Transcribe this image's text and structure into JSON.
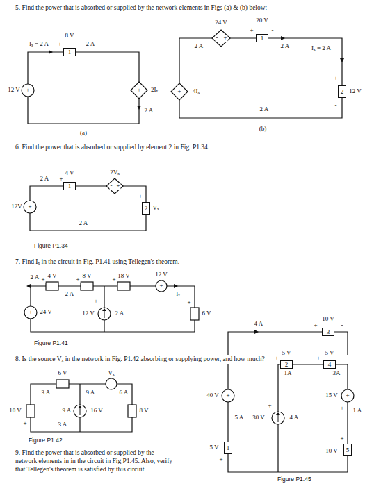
{
  "diagram": {
    "nodes": [
      {
        "text": [
          "1"
        ]
      },
      {
        "text": [
          "1"
        ]
      },
      {
        "text": [
          "2"
        ]
      },
      {
        "text": [
          "1"
        ]
      },
      {
        "text": [
          "2"
        ]
      },
      {
        "text": [
          "3"
        ]
      },
      {
        "text": [
          "2"
        ]
      },
      {
        "text": [
          "4"
        ]
      },
      {
        "text": [
          "1"
        ]
      },
      {
        "text": [
          "5"
        ]
      }
    ],
    "labels": [
      "5. Find the power that is absorbed or supplied by the network elements in Figs (a) & (b) below:",
      "8 V",
      "Iₓ = 2 A",
      "+",
      "-",
      "2 A",
      "12 V",
      "+",
      "+",
      "2Iₓ",
      "2 A",
      "(a)",
      "24 V",
      "-",
      "+",
      "20 V",
      "+",
      "-",
      "2 A",
      "2 A",
      "Iₓ = 2 A",
      "+",
      "12 V",
      "-",
      "+",
      "4Iₓ",
      "2 A",
      "(b)",
      "6. Find the power that is absorbed or supplied by element 2 in Fig. P1.34.",
      "2 A",
      "4 V",
      "+",
      "2Vₓ",
      "-",
      "+",
      "12V",
      "+",
      "+",
      "Vₓ",
      "2 A",
      "Figure P1.34",
      "7. Find Iₓ in the circuit in Fig. P1.41 using Tellegen's theorem.",
      "4 V",
      "8 V",
      "18 V",
      "12 V",
      "2 A",
      "+",
      "+",
      "+",
      "2 A",
      "Iₓ",
      "+",
      "+",
      "24 V",
      "+",
      "12 V",
      "2 A",
      "+",
      "6 V",
      "Figure P1.41",
      "8. Is the source Vₓ in the network in Fig. P1.42 absorbing or supplying power, and how much?",
      "6 V",
      "Vₓ",
      "3 A",
      "9 A",
      "6 A",
      "10 V",
      "+",
      "9 A",
      "16 V",
      "8 V",
      "3 A",
      "Figure P1.42",
      "9. Find the power that is absorbed or supplied by the network elements in in the circuit in Fig P1.45. Also, verify that Tellegen's theorem is satisfied by this circuit.",
      "4 A",
      "10 V",
      "+",
      "-",
      "5 V",
      "+",
      "-",
      "5 V",
      "+",
      "-",
      "1A",
      "3A",
      "40 V",
      "+",
      "15 V",
      "+",
      "5 A",
      "30 V",
      "+",
      "4 A",
      "+",
      "1 A",
      "5 V",
      "+",
      "+",
      "10 V",
      "Figure P1.45"
    ]
  }
}
